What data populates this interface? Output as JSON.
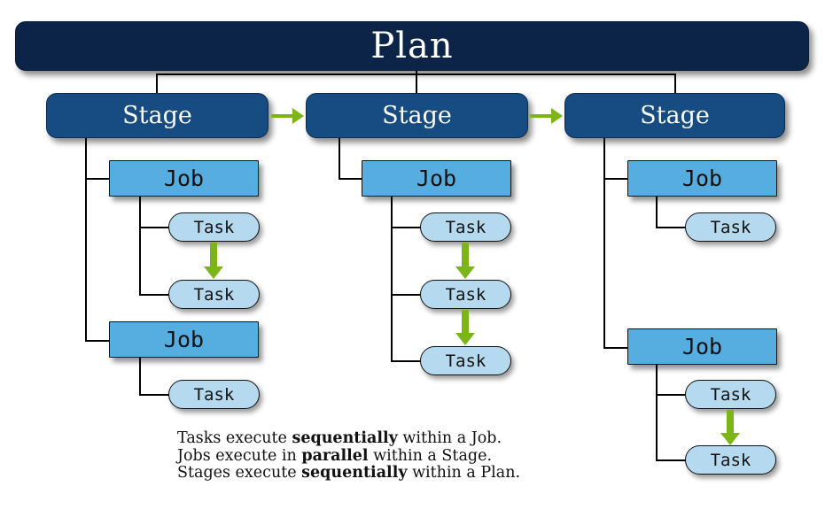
{
  "diagram": {
    "title": "Plan",
    "stage_label": "Stage",
    "job_label": "Job",
    "task_label": "Task",
    "colors": {
      "plan": "#0b2447",
      "stage": "#164c82",
      "job": "#56aee0",
      "task": "#b5d9ee",
      "arrow": "#7cb518",
      "line": "#000000",
      "text_light": "#ffffff",
      "text_dark": "#111111"
    },
    "plan": {
      "label": "Plan"
    },
    "stages": [
      {
        "label": "Stage",
        "jobs": [
          {
            "label": "Job",
            "tasks": [
              {
                "label": "Task"
              },
              {
                "label": "Task"
              }
            ]
          },
          {
            "label": "Job",
            "tasks": [
              {
                "label": "Task"
              }
            ]
          }
        ]
      },
      {
        "label": "Stage",
        "jobs": [
          {
            "label": "Job",
            "tasks": [
              {
                "label": "Task"
              },
              {
                "label": "Task"
              },
              {
                "label": "Task"
              }
            ]
          }
        ]
      },
      {
        "label": "Stage",
        "jobs": [
          {
            "label": "Job",
            "tasks": [
              {
                "label": "Task"
              }
            ]
          },
          {
            "label": "Job",
            "tasks": [
              {
                "label": "Task"
              },
              {
                "label": "Task"
              }
            ]
          }
        ]
      }
    ],
    "caption": {
      "line1_pre": "Tasks execute ",
      "line1_bold": "sequentially",
      "line1_post": " within a Job.",
      "line2_pre": "Jobs execute in ",
      "line2_bold": "parallel",
      "line2_post": " within a Stage.",
      "line3_pre": "Stages execute ",
      "line3_bold": "sequentially",
      "line3_post": " within a Plan."
    }
  }
}
